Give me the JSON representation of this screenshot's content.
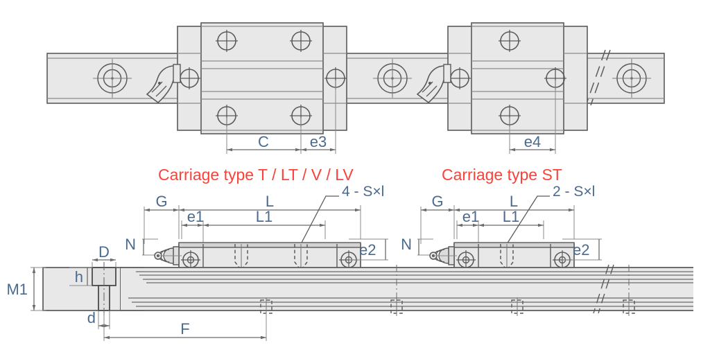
{
  "drawing": {
    "title_top_view": "",
    "colors": {
      "label_blue": "#4a6a8f",
      "heading_red": "#f9423a",
      "metal_fill": "#e8e8e8",
      "metal_fill_dark": "#dcdcdc",
      "outline": "#5a5a5a",
      "outline_light": "#9a9a9a",
      "dim_line": "#6b6b6b"
    },
    "headings": [
      {
        "name": "carriage-type-left",
        "text": "Carriage type  T / LT / V / LV"
      },
      {
        "name": "carriage-type-right",
        "text": "Carriage type  ST"
      }
    ],
    "callouts": [
      {
        "name": "hole-callout-left",
        "text": "4 - S×l"
      },
      {
        "name": "hole-callout-right",
        "text": "2 - S×l"
      }
    ],
    "dimensions_top_view": [
      {
        "name": "dim-C",
        "text": "C"
      },
      {
        "name": "dim-e3",
        "text": "e3"
      },
      {
        "name": "dim-e4",
        "text": "e4"
      }
    ],
    "dimensions_front_left": [
      {
        "name": "dim-G",
        "text": "G"
      },
      {
        "name": "dim-L",
        "text": "L"
      },
      {
        "name": "dim-e1",
        "text": "e1"
      },
      {
        "name": "dim-L1",
        "text": "L1"
      },
      {
        "name": "dim-e2",
        "text": "e2"
      },
      {
        "name": "dim-N",
        "text": "N"
      }
    ],
    "dimensions_front_right": [
      {
        "name": "dim-G-2",
        "text": "G"
      },
      {
        "name": "dim-L-2",
        "text": "L"
      },
      {
        "name": "dim-e1-2",
        "text": "e1"
      },
      {
        "name": "dim-L1-2",
        "text": "L1"
      },
      {
        "name": "dim-e2-2",
        "text": "e2"
      },
      {
        "name": "dim-N-2",
        "text": "N"
      }
    ],
    "dimensions_rail": [
      {
        "name": "dim-M1",
        "text": "M1"
      },
      {
        "name": "dim-D",
        "text": "D"
      },
      {
        "name": "dim-h",
        "text": "h"
      },
      {
        "name": "dim-d",
        "text": "d"
      },
      {
        "name": "dim-F",
        "text": "F"
      }
    ],
    "icons": [
      {
        "name": "grease-nipple-icon"
      },
      {
        "name": "rail-mounting-hole-icon"
      },
      {
        "name": "carriage-mounting-hole-icon"
      },
      {
        "name": "break-line-icon"
      },
      {
        "name": "centerline-icon"
      },
      {
        "name": "tapped-hole-hidden-icon"
      }
    ]
  }
}
